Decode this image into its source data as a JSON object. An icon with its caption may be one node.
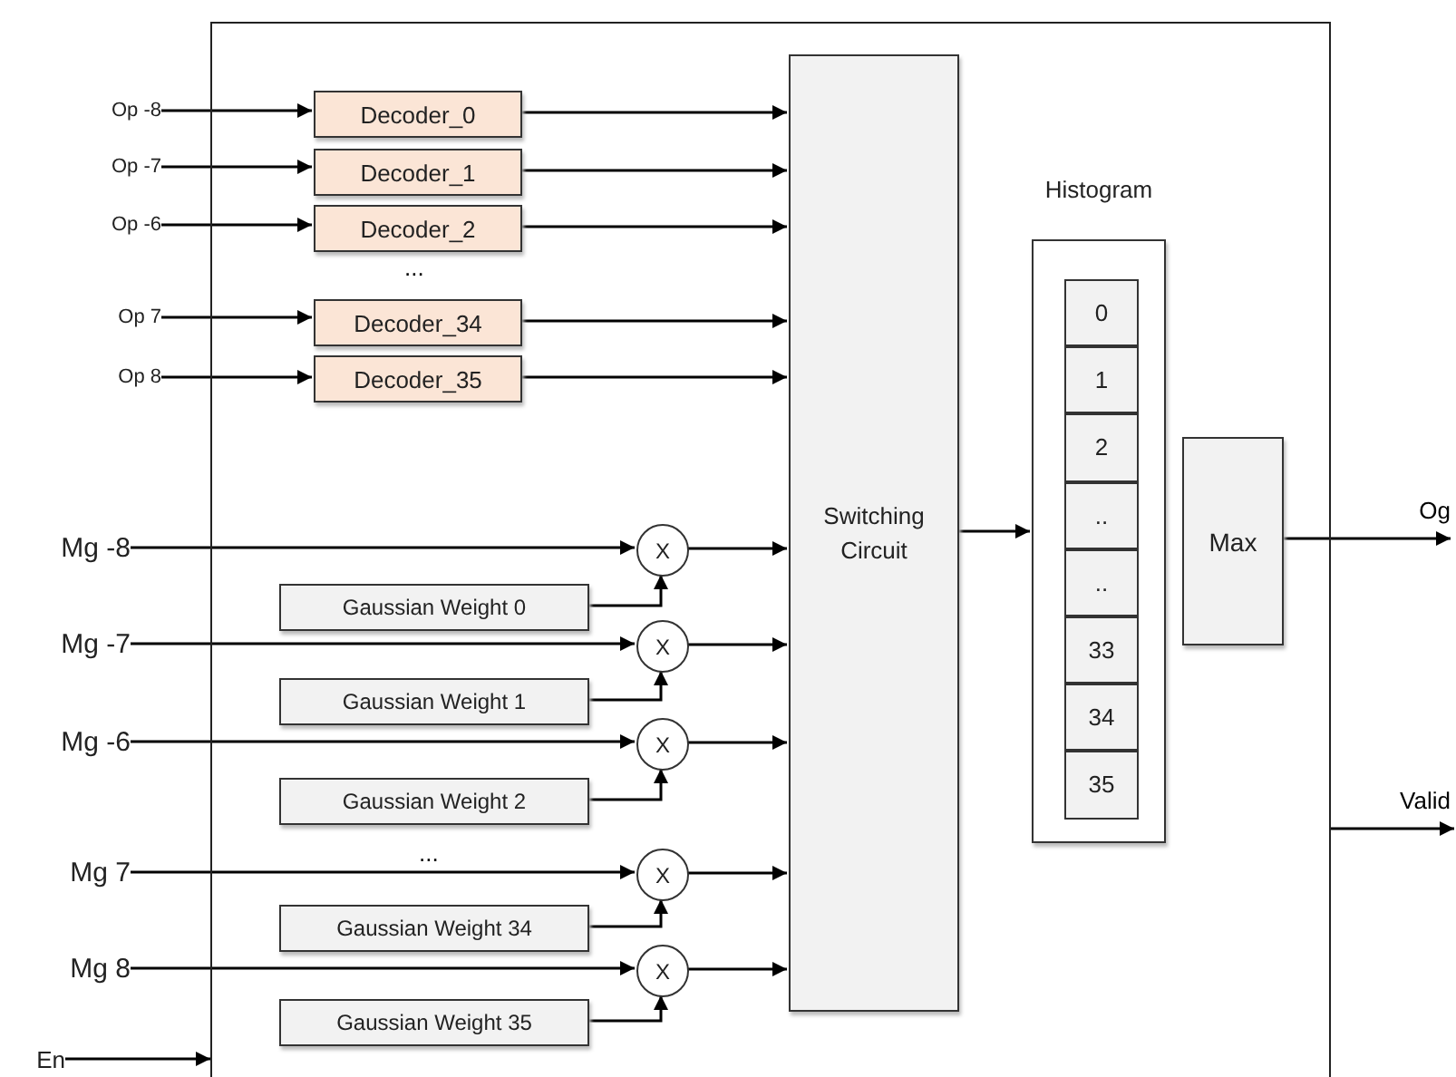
{
  "diagram": {
    "nodes": [
      {
        "text": [],
        "shape": "box"
      },
      {
        "text": [
          "Op -8"
        ]
      },
      {
        "text": [
          "Op -7"
        ]
      },
      {
        "text": [
          "Op -6"
        ]
      },
      {
        "text": [
          "Op 7"
        ]
      },
      {
        "text": [
          "Op 8"
        ]
      },
      {
        "text": [
          "Decoder_0"
        ],
        "in": 0
      },
      {
        "text": [
          "Decoder_1"
        ],
        "in": 0
      },
      {
        "text": [
          "Decoder_2"
        ],
        "in": 0
      },
      {
        "text": [
          "Decoder_34"
        ],
        "in": 0
      },
      {
        "text": [
          "Decoder_35"
        ],
        "in": 0
      },
      {
        "text": [
          "Switching Circuit"
        ],
        "in": 0
      },
      {
        "text": [
          "Histogram"
        ],
        "in": 0
      },
      {
        "text": [
          "0"
        ],
        "in": 12
      },
      {
        "text": [
          "1"
        ],
        "in": 12
      },
      {
        "text": [
          "2"
        ],
        "in": 12
      },
      {
        "text": [
          ".."
        ],
        "in": 12
      },
      {
        "text": [
          ".."
        ],
        "in": 12
      },
      {
        "text": [
          "33"
        ],
        "in": 12
      },
      {
        "text": [
          "34"
        ],
        "in": 12
      },
      {
        "text": [
          "35"
        ],
        "in": 12
      },
      {
        "text": [
          "Max"
        ],
        "in": 0
      },
      {
        "text": [
          "Mg -8"
        ]
      },
      {
        "text": [
          "Mg -7"
        ]
      },
      {
        "text": [
          "Mg -6"
        ]
      },
      {
        "text": [
          "Mg 7"
        ]
      },
      {
        "text": [
          "Mg 8"
        ]
      },
      {
        "text": [
          "X"
        ],
        "in": 0
      },
      {
        "text": [
          "X"
        ],
        "in": 0
      },
      {
        "text": [
          "X"
        ],
        "in": 0
      },
      {
        "text": [
          "X"
        ],
        "in": 0
      },
      {
        "text": [
          "X"
        ],
        "in": 0
      },
      {
        "text": [
          "Gaussian Weight 0"
        ],
        "in": 0
      },
      {
        "text": [
          "Gaussian Weight 1"
        ],
        "in": 0
      },
      {
        "text": [
          "Gaussian Weight 2"
        ],
        "in": 0
      },
      {
        "text": [
          "Gaussian Weight 34"
        ],
        "in": 0
      },
      {
        "text": [
          "Gaussian Weight 35"
        ],
        "in": 0
      },
      {
        "text": [
          "En"
        ]
      }
    ],
    "edges": [
      {
        "from": 1,
        "to": 6,
        "arrow": "to"
      },
      {
        "from": 2,
        "to": 7,
        "arrow": "to"
      },
      {
        "from": 3,
        "to": 8,
        "arrow": "to"
      },
      {
        "from": 4,
        "to": 9,
        "arrow": "to"
      },
      {
        "from": 5,
        "to": 10,
        "arrow": "to"
      },
      {
        "from": 6,
        "to": 11,
        "arrow": "to"
      },
      {
        "from": 7,
        "to": 11,
        "arrow": "to"
      },
      {
        "from": 8,
        "to": 11,
        "arrow": "to"
      },
      {
        "from": 9,
        "to": 11,
        "arrow": "to"
      },
      {
        "from": 10,
        "to": 11,
        "arrow": "to"
      },
      {
        "from": 22,
        "to": 27,
        "arrow": "to"
      },
      {
        "from": 23,
        "to": 28,
        "arrow": "to"
      },
      {
        "from": 24,
        "to": 29,
        "arrow": "to"
      },
      {
        "from": 25,
        "to": 30,
        "arrow": "to"
      },
      {
        "from": 26,
        "to": 31,
        "arrow": "to"
      },
      {
        "from": 32,
        "to": 27,
        "arrow": "to"
      },
      {
        "from": 33,
        "to": 28,
        "arrow": "to"
      },
      {
        "from": 34,
        "to": 29,
        "arrow": "to"
      },
      {
        "from": 35,
        "to": 30,
        "arrow": "to"
      },
      {
        "from": 36,
        "to": 31,
        "arrow": "to"
      },
      {
        "from": 27,
        "to": 11,
        "arrow": "to"
      },
      {
        "from": 28,
        "to": 11,
        "arrow": "to"
      },
      {
        "from": 29,
        "to": 11,
        "arrow": "to"
      },
      {
        "from": 30,
        "to": 11,
        "arrow": "to"
      },
      {
        "from": 31,
        "to": 11,
        "arrow": "to"
      },
      {
        "from": 11,
        "to": 12,
        "arrow": "to"
      },
      {
        "from": 21,
        "to": null,
        "arrow": "to",
        "label": "Og"
      },
      {
        "from": 0,
        "to": null,
        "arrow": "to",
        "label": "Valid"
      },
      {
        "from": 37,
        "to": 0,
        "arrow": "to"
      }
    ],
    "labels": [
      "...",
      "..."
    ]
  }
}
